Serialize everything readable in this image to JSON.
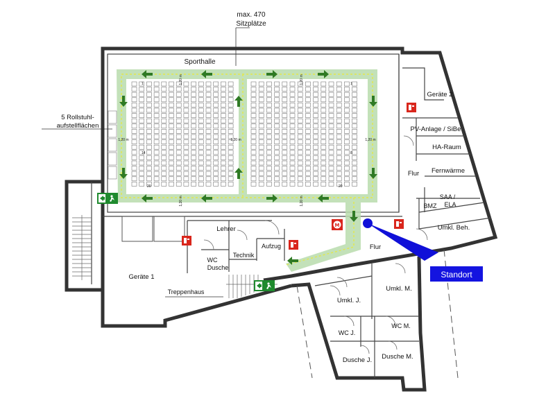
{
  "labels": {
    "capacity_line1": "max. 470",
    "capacity_line2": "Sitzplätze",
    "sporthalle": "Sporthalle",
    "rollstuhl_line1": "5 Rollstuhl-",
    "rollstuhl_line2": "aufstellflächen",
    "geraete2": "Geräte 2",
    "pv_anlage": "PV-Anlage / SiBe",
    "ha_raum": "HA-Raum",
    "fernwaerme": "Fernwärme",
    "flur_right": "Flur",
    "saa_line1": "SAA /",
    "saa_line2": "ELA",
    "bmz": "BMZ",
    "umkl_beh": "Umkl. Beh.",
    "lehrer": "Lehrer",
    "technik": "Technik",
    "aufzug": "Aufzug",
    "wc_line1": "WC",
    "wc_line2": "Dusche",
    "flur_lower": "Flur",
    "geraete1": "Geräte 1",
    "treppenhaus": "Treppenhaus",
    "umkl_j": "Umkl. J.",
    "umkl_m": "Umkl. M.",
    "wc_j": "WC J.",
    "wc_m": "WC M.",
    "dusche_j": "Dusche J.",
    "dusche_m": "Dusche M.",
    "standort": "Standort",
    "aisle_width": "1,20 m",
    "row_1": "1",
    "row_14": "14",
    "row_20": "20",
    "row_8": "8"
  },
  "colors": {
    "escape_route": "#b9dcad",
    "arrow": "#2f7a24",
    "standort_marker": "#1010d8",
    "standort_box": "#1414e0",
    "exit_sign": "#1f8a2e",
    "fire_sign": "#d9261c"
  },
  "icons": {
    "exit_sign": "emergency-exit-sign-icon",
    "fire_extinguisher": "fire-extinguisher-sign-icon",
    "you_are_here": "standort-marker-icon"
  }
}
